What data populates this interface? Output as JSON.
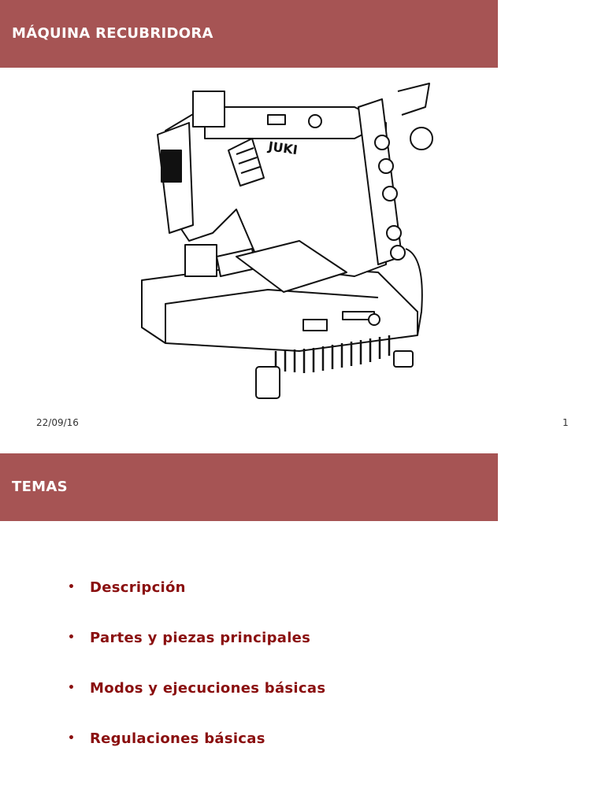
{
  "slide1": {
    "title": "MÁQUINA RECUBRIDORA",
    "date": "22/09/16",
    "page_number": "1",
    "figure_brand": "JUKI"
  },
  "slide2": {
    "title": "TEMAS",
    "items": [
      "Descripción",
      "Partes y piezas principales",
      "Modos y ejecuciones básicas",
      "Regulaciones básicas"
    ]
  },
  "colors": {
    "title_bar": "#a65454",
    "bullet_text": "#8a0f0f"
  }
}
